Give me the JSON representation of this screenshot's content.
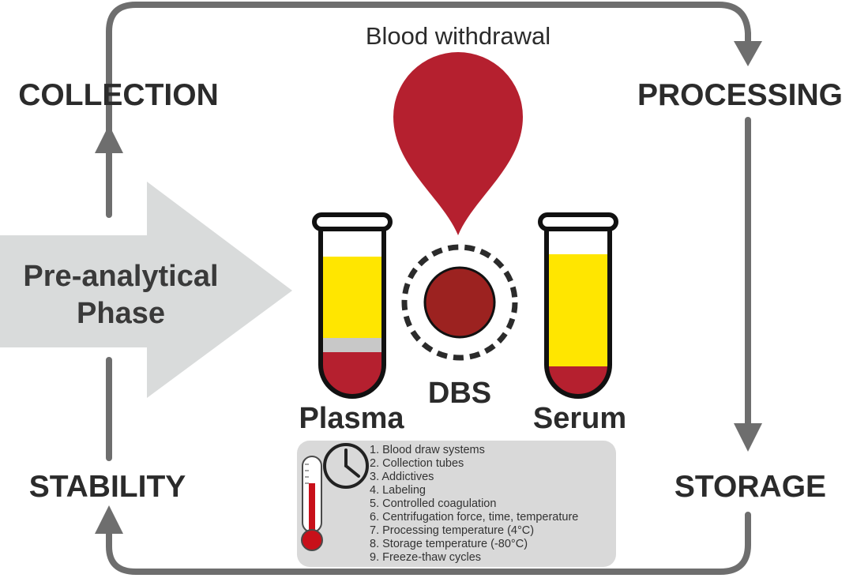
{
  "cycle": {
    "collection": "COLLECTION",
    "processing": "PROCESSING",
    "storage": "STORAGE",
    "stability": "STABILITY"
  },
  "center_arrow": {
    "line1": "Pre-analytical",
    "line2": "Phase"
  },
  "blood_withdrawal": "Blood withdrawal",
  "samples": {
    "plasma": "Plasma",
    "dbs": "DBS",
    "serum": "Serum"
  },
  "factors": [
    "1. Blood draw systems",
    "2. Collection tubes",
    "3. Addictives",
    "4. Labeling",
    "5. Controlled coagulation",
    "6. Centrifugation force, time, temperature",
    "7. Processing temperature (4°C)",
    "8. Storage temperature (-80°C)",
    "9. Freeze-thaw cycles"
  ],
  "icons": {
    "clock": "clock-icon",
    "thermometer": "thermometer-icon"
  },
  "colors": {
    "blood_red": "#b5202f",
    "dbs_spot": "#9c2220",
    "plasma_yellow": "#ffe600",
    "buffy_coat": "#c8c8c8",
    "cycle_gray": "#6e6e6e",
    "phase_arrow": "#d9dbdb",
    "factors_box": "#d9d9d9"
  }
}
